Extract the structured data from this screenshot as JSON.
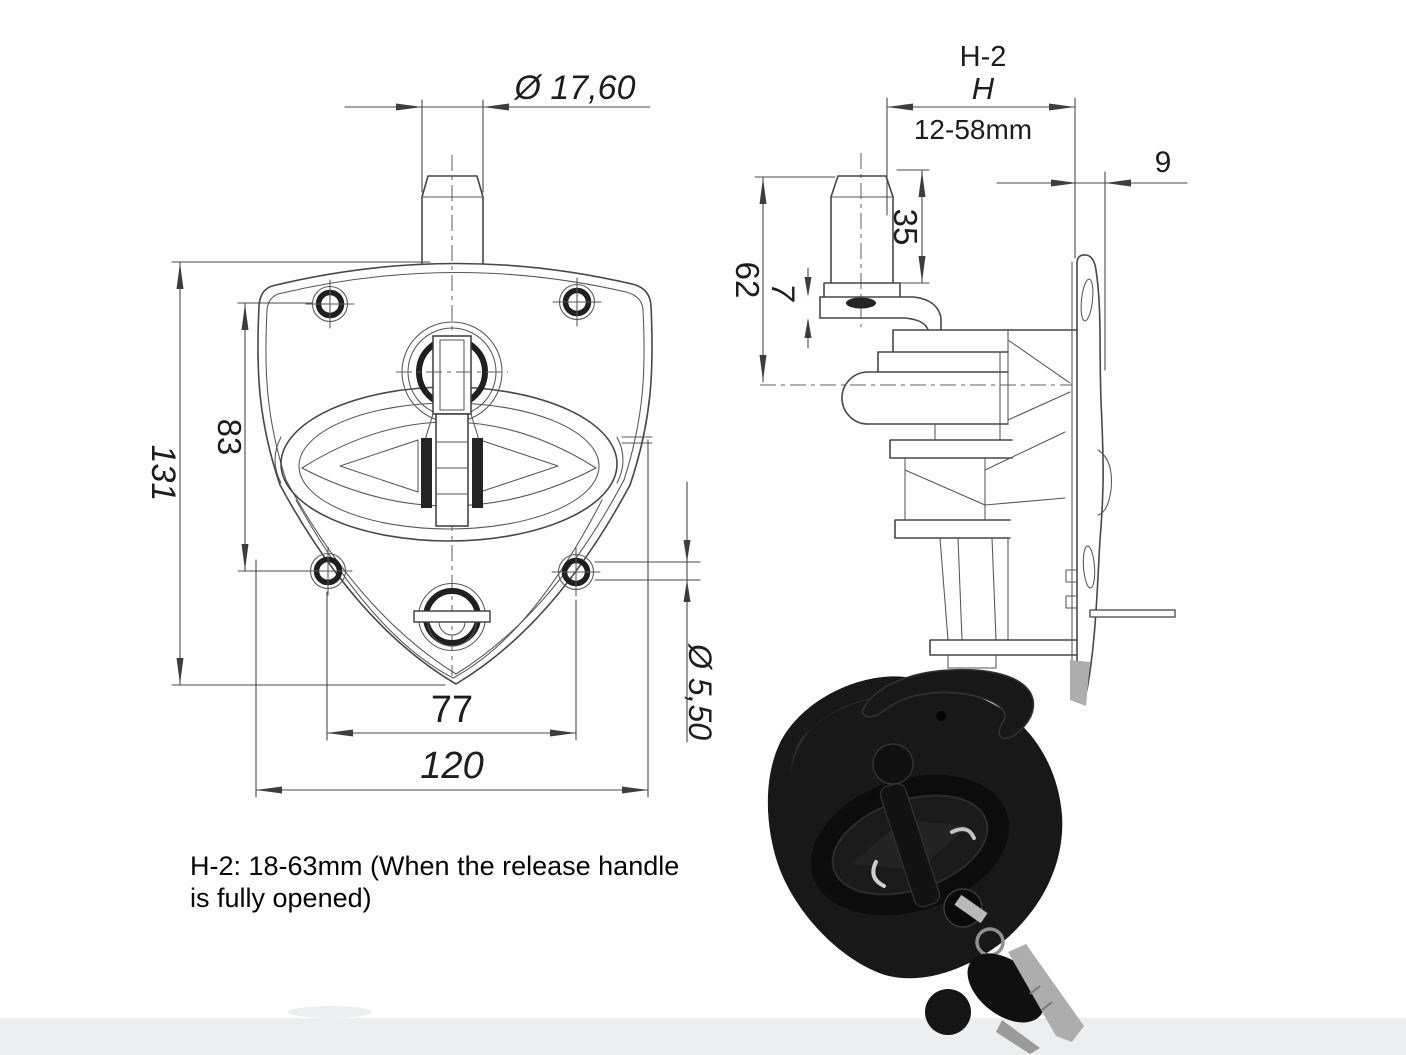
{
  "front_view": {
    "description": "Front view of flush mount T-handle compression latch",
    "dim_stem_diameter": "Ø 17,60",
    "dim_hole_pitch_vertical": "83",
    "dim_overall_height": "131",
    "dim_hole_pitch_horizontal": "77",
    "dim_overall_width": "120",
    "dim_mount_hole_diameter": "Ø 5,50"
  },
  "side_view": {
    "description": "Side view with grip range and mounting plate",
    "label_grip_code": "H-2",
    "label_grip_var": "H",
    "dim_grip_range": "12-58mm",
    "dim_plate_offset": "9",
    "dim_depth": "62",
    "dim_bracket_thickness": "7",
    "dim_cam_length": "35"
  },
  "footnote": {
    "line1": "H-2: 18-63mm (When the release handle",
    "line2": "is fully opened)"
  },
  "colors": {
    "background": "#ffffff",
    "drawing_line": "#474747",
    "dimension_text": "#1d1d1d",
    "product_black": "#181818",
    "key_metal": "#adadad",
    "bottom_band": "#eceef0"
  }
}
